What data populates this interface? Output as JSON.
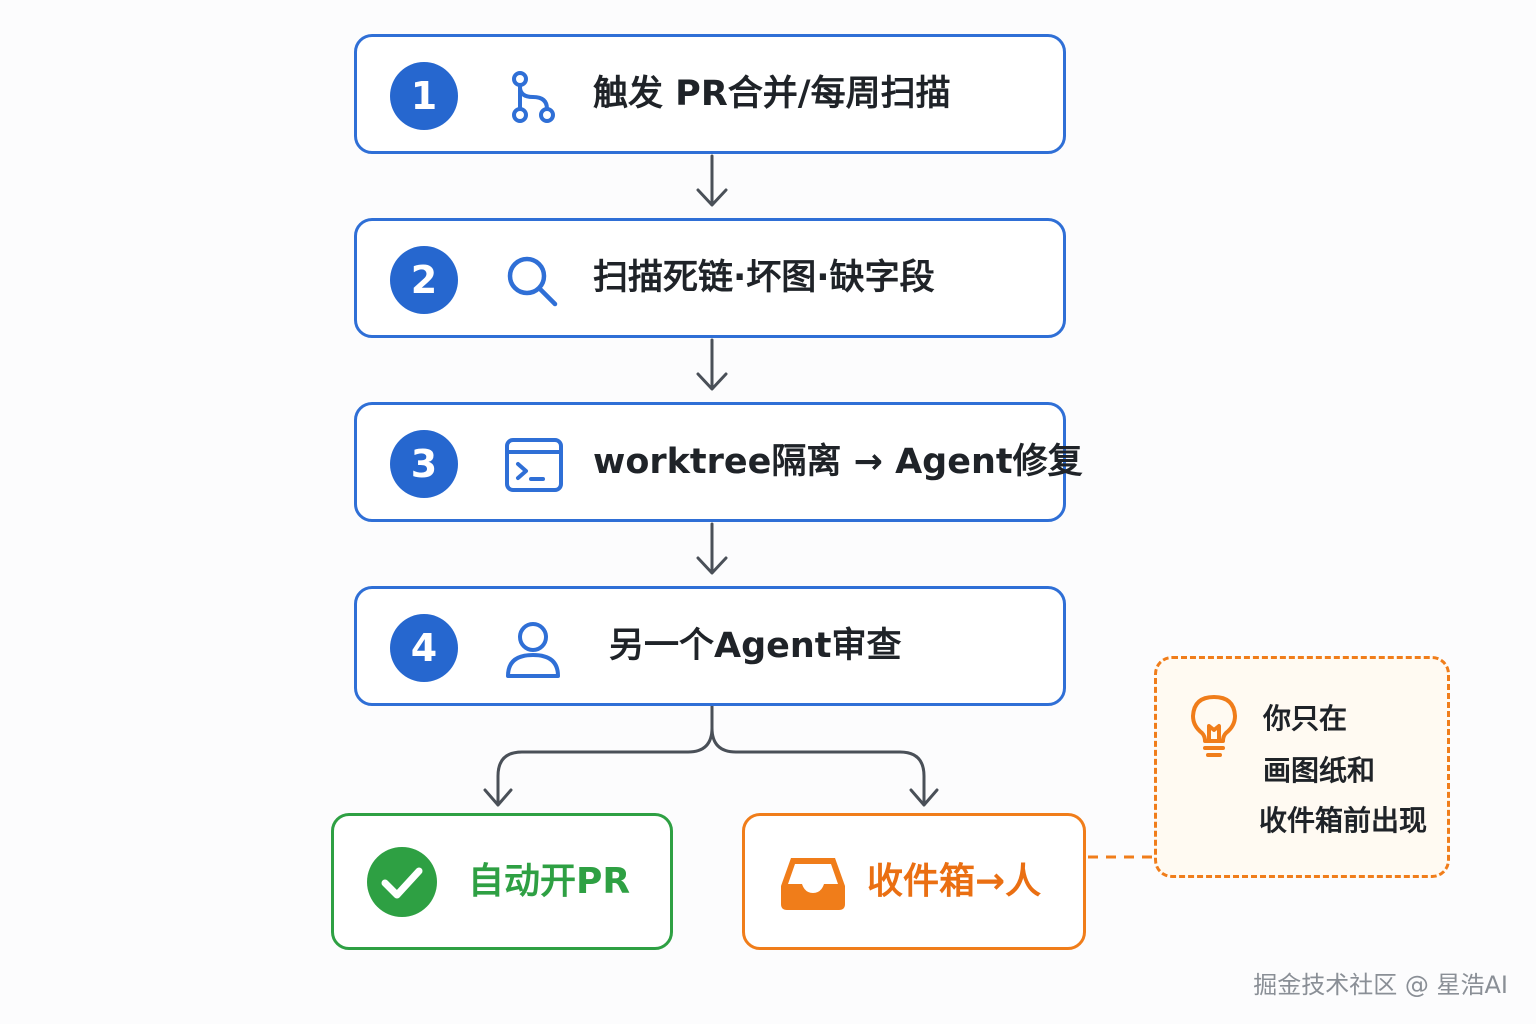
{
  "steps": [
    {
      "number": "1",
      "label": "触发 PR合并/每周扫描",
      "icon": "git-branch-icon"
    },
    {
      "number": "2",
      "label": "扫描死链·坏图·缺字段",
      "icon": "search-icon"
    },
    {
      "number": "3",
      "label": "worktree隔离 → Agent修复",
      "icon": "terminal-icon"
    },
    {
      "number": "4",
      "label": "另一个Agent审查",
      "icon": "user-icon"
    }
  ],
  "outcomes": {
    "auto_pr": {
      "label": "自动开PR",
      "icon": "check-circle-icon",
      "color": "#2ea043"
    },
    "inbox": {
      "label": "收件箱→人",
      "icon": "inbox-tray-icon",
      "color": "#f07d1a"
    }
  },
  "note": {
    "lines": [
      "你只在",
      "画图纸和",
      "收件箱前出现"
    ],
    "icon": "lightbulb-icon",
    "color": "#f07d1a"
  },
  "watermark": "掘金技术社区 @ 星浩AI",
  "colors": {
    "step_border": "#2f6fd6",
    "badge": "#2667cf",
    "arrow": "#4a5058"
  }
}
